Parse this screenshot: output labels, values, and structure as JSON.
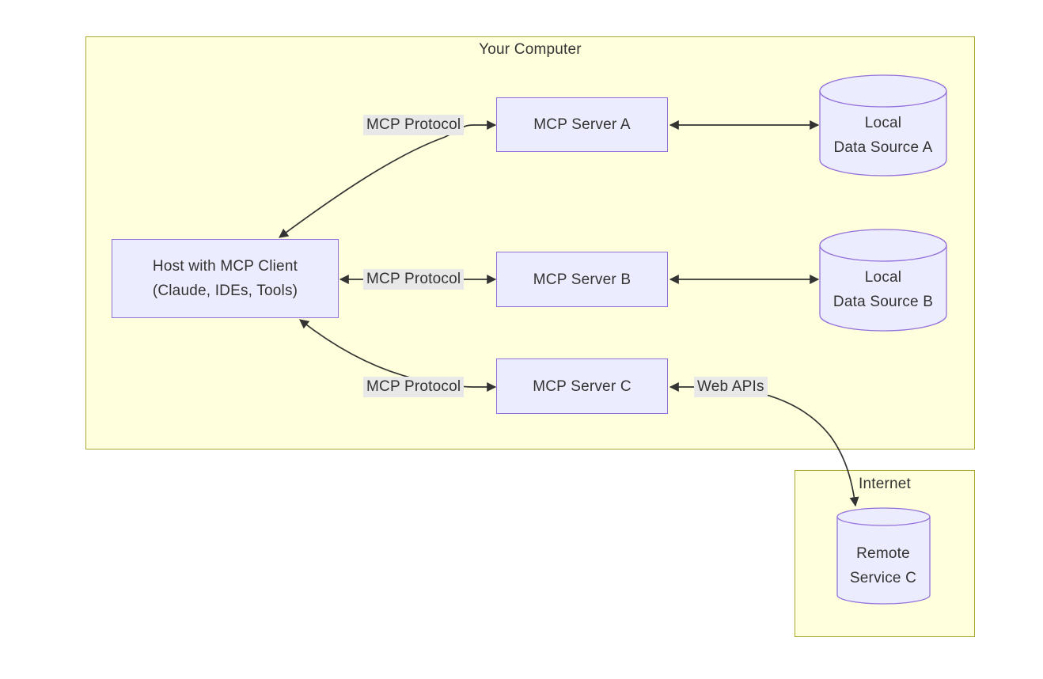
{
  "diagram": {
    "clusters": {
      "your_computer": {
        "label": "Your Computer"
      },
      "internet": {
        "label": "Internet"
      }
    },
    "nodes": {
      "host": {
        "line1": "Host with MCP Client",
        "line2": "(Claude, IDEs, Tools)"
      },
      "server_a": {
        "label": "MCP Server A"
      },
      "server_b": {
        "label": "MCP Server B"
      },
      "server_c": {
        "label": "MCP Server C"
      },
      "data_source_a": {
        "line1": "Local",
        "line2": "Data Source A"
      },
      "data_source_b": {
        "line1": "Local",
        "line2": "Data Source B"
      },
      "remote_service_c": {
        "line1": "Remote",
        "line2": "Service C"
      }
    },
    "edge_labels": {
      "mcp_protocol_a": "MCP Protocol",
      "mcp_protocol_b": "MCP Protocol",
      "mcp_protocol_c": "MCP Protocol",
      "web_apis": "Web APIs"
    },
    "colors": {
      "cluster_fill": "#ffffde",
      "cluster_border": "#aaaa33",
      "node_fill": "#ececff",
      "node_border": "#9370db",
      "edge_stroke": "#333333",
      "edge_label_bg": "#e8e8e8",
      "text": "#333333",
      "page_bg": "#ffffff"
    }
  }
}
